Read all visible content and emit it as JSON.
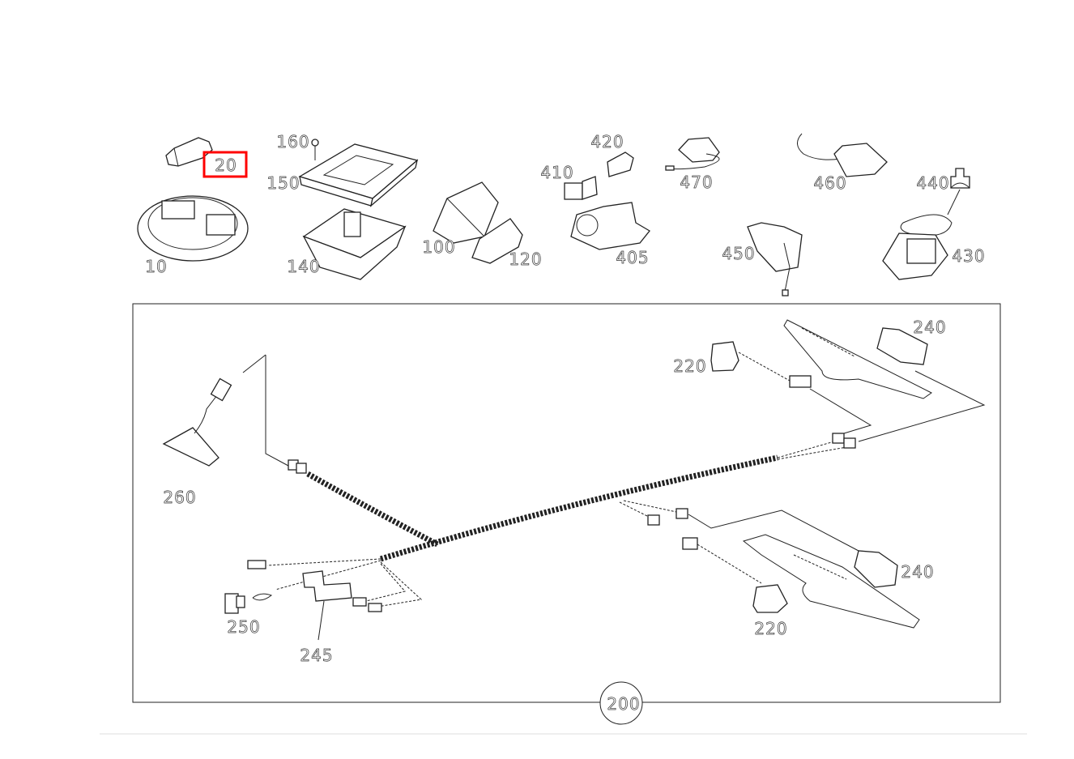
{
  "diagram": {
    "highlight_color": "#ff0000",
    "selected_part": "20",
    "parts_top": [
      {
        "id": "20",
        "label": "20"
      },
      {
        "id": "160",
        "label": "160"
      },
      {
        "id": "150",
        "label": "150"
      },
      {
        "id": "10",
        "label": "10"
      },
      {
        "id": "140",
        "label": "140"
      },
      {
        "id": "100",
        "label": "100"
      },
      {
        "id": "120",
        "label": "120"
      },
      {
        "id": "420",
        "label": "420"
      },
      {
        "id": "410",
        "label": "410"
      },
      {
        "id": "405",
        "label": "405"
      },
      {
        "id": "470",
        "label": "470"
      },
      {
        "id": "460",
        "label": "460"
      },
      {
        "id": "440",
        "label": "440"
      },
      {
        "id": "450",
        "label": "450"
      },
      {
        "id": "430",
        "label": "430"
      }
    ],
    "harness_group": {
      "label": "200",
      "parts": [
        {
          "id": "240a",
          "label": "240"
        },
        {
          "id": "220a",
          "label": "220"
        },
        {
          "id": "260",
          "label": "260"
        },
        {
          "id": "250",
          "label": "250"
        },
        {
          "id": "245",
          "label": "245"
        },
        {
          "id": "240b",
          "label": "240"
        },
        {
          "id": "220b",
          "label": "220"
        }
      ]
    }
  }
}
